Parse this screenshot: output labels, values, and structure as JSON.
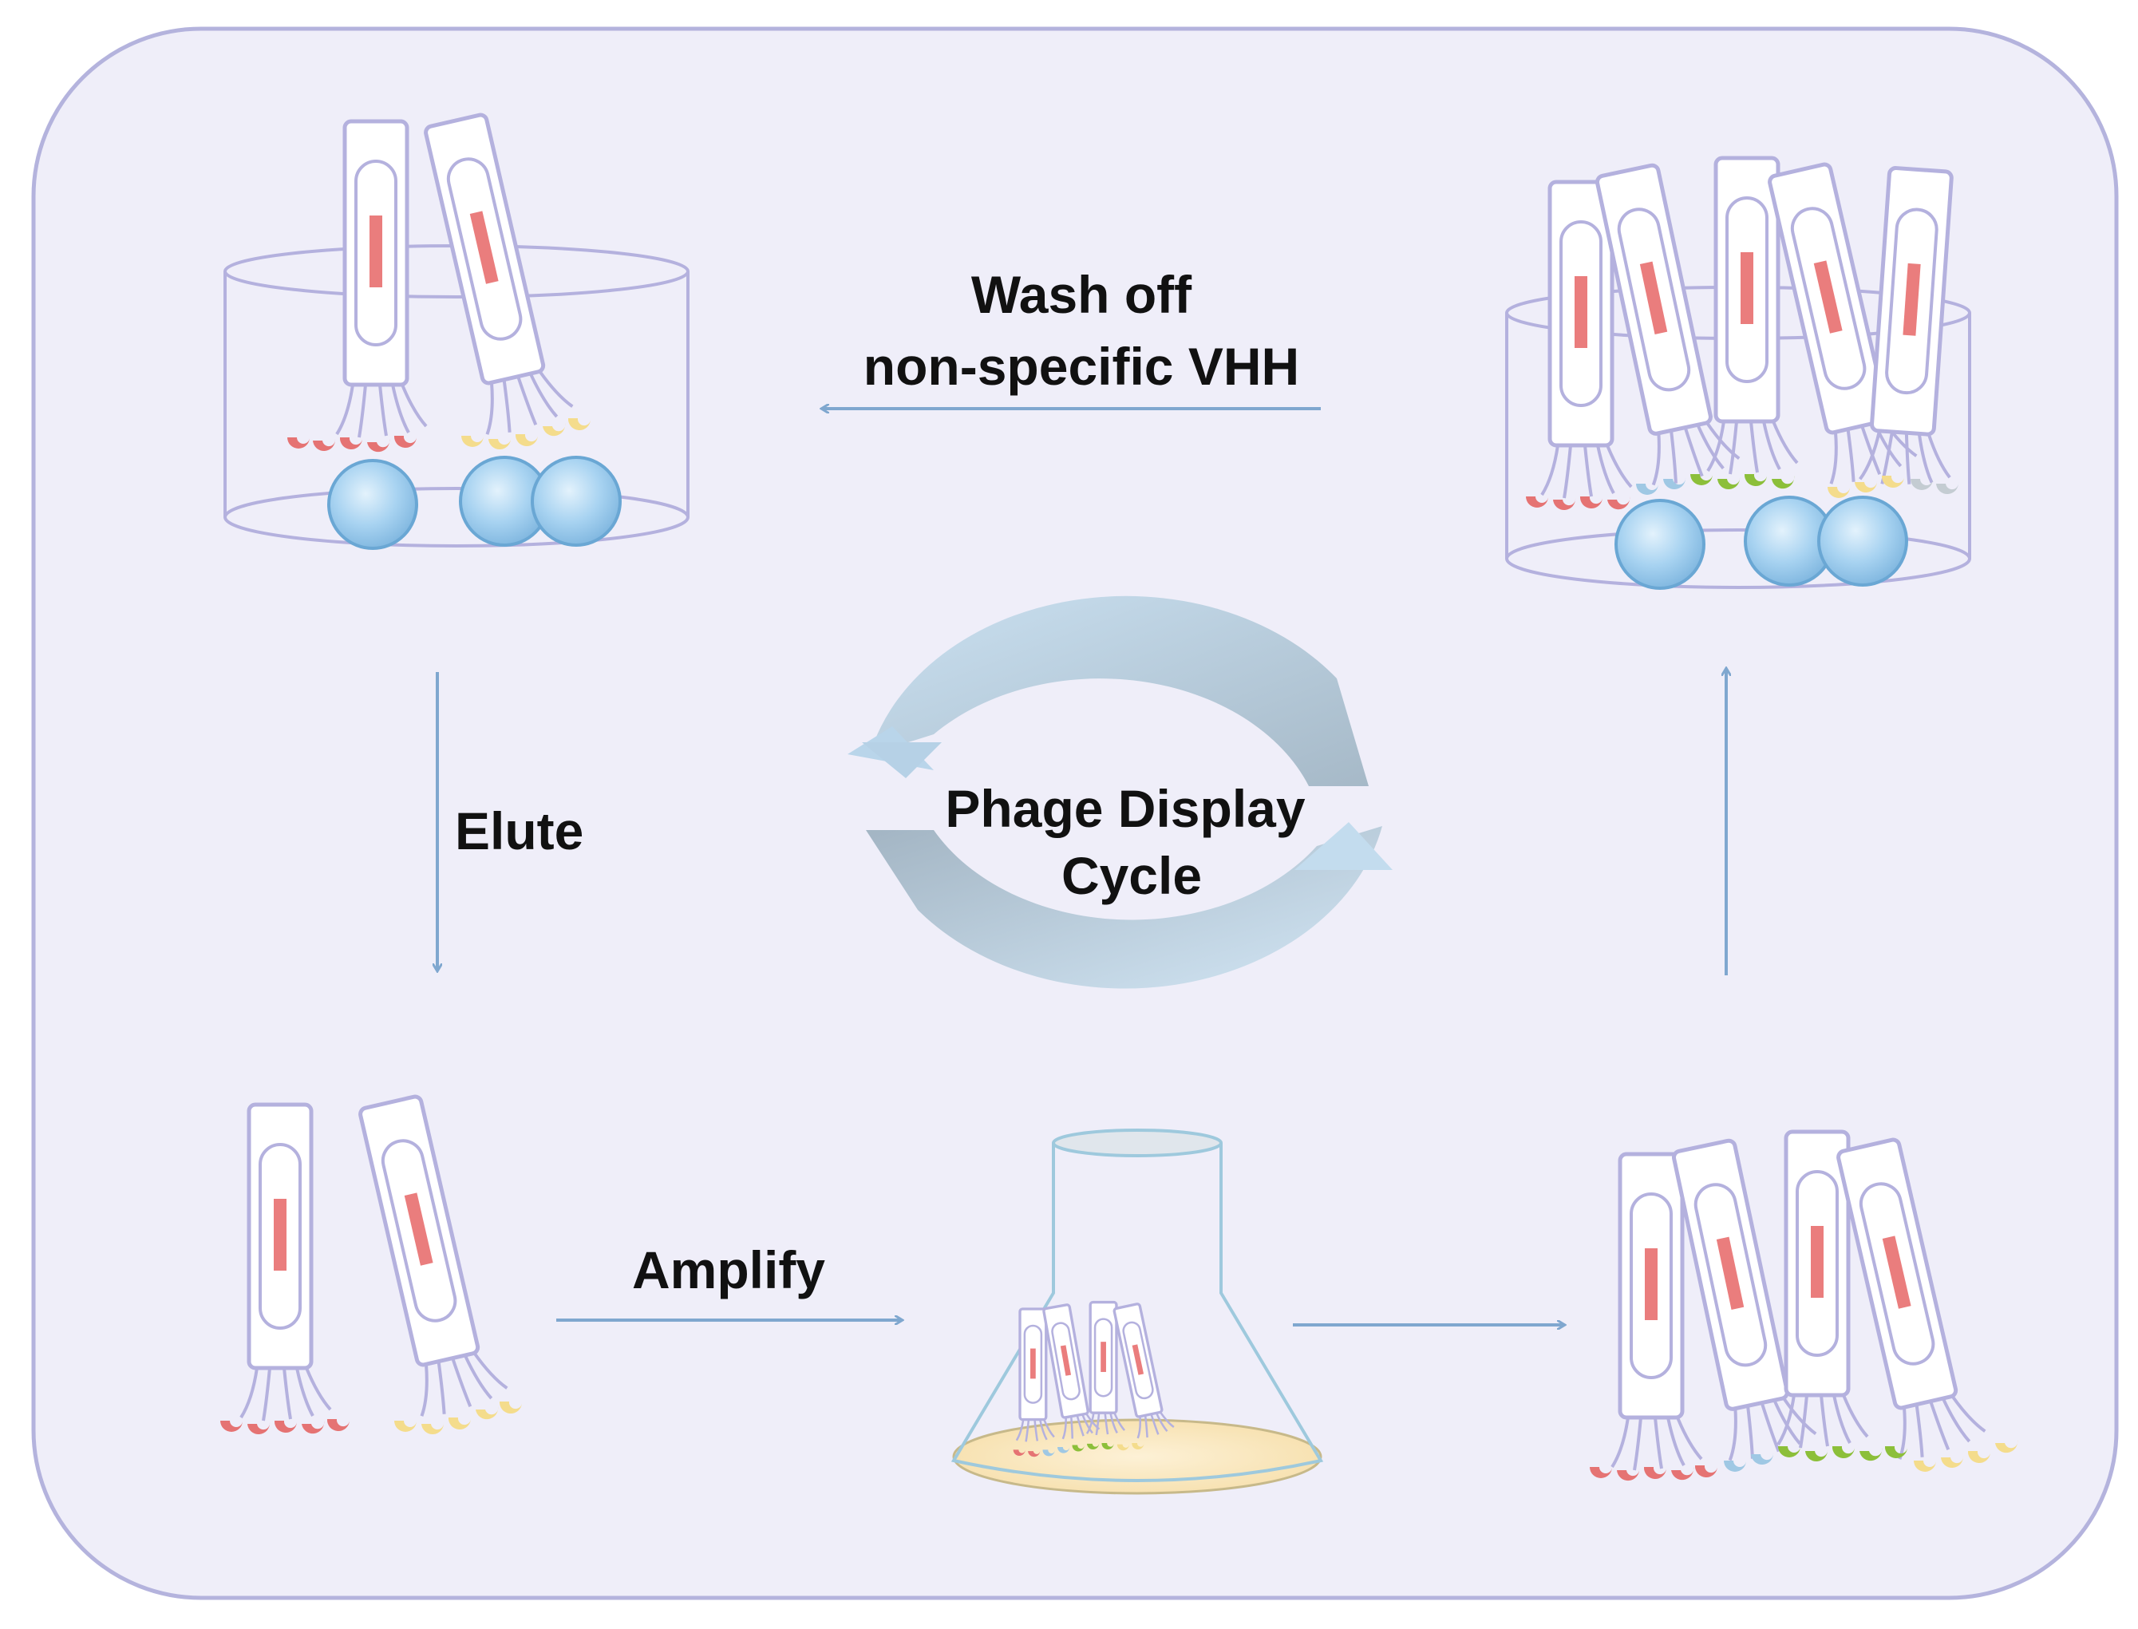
{
  "labels": {
    "wash_line1": "Wash off",
    "wash_line2": "non-specific VHH",
    "elute": "Elute",
    "amplify": "Amplify",
    "cycle_line1": "Phage Display",
    "cycle_line2": "Cycle"
  },
  "colors": {
    "panel_fill": "#efeef9",
    "panel_stroke": "#b4b3dd",
    "phage_outline": "#b4b1de",
    "gene_bar": "#ea7d7d",
    "arrow": "#7fa7cf",
    "bead": "#8fc3ea",
    "vhh_red": "#e57373",
    "vhh_yellow": "#f4dc8c",
    "vhh_blue": "#9fc8e4",
    "vhh_green": "#8cbf3a",
    "vhh_gray": "#c4ccd2",
    "flask_medium": "#fbe9c4"
  },
  "icons": [
    "phage-particle",
    "magnetic-bead",
    "container-dish",
    "erlenmeyer-flask",
    "cycle-arrows"
  ]
}
